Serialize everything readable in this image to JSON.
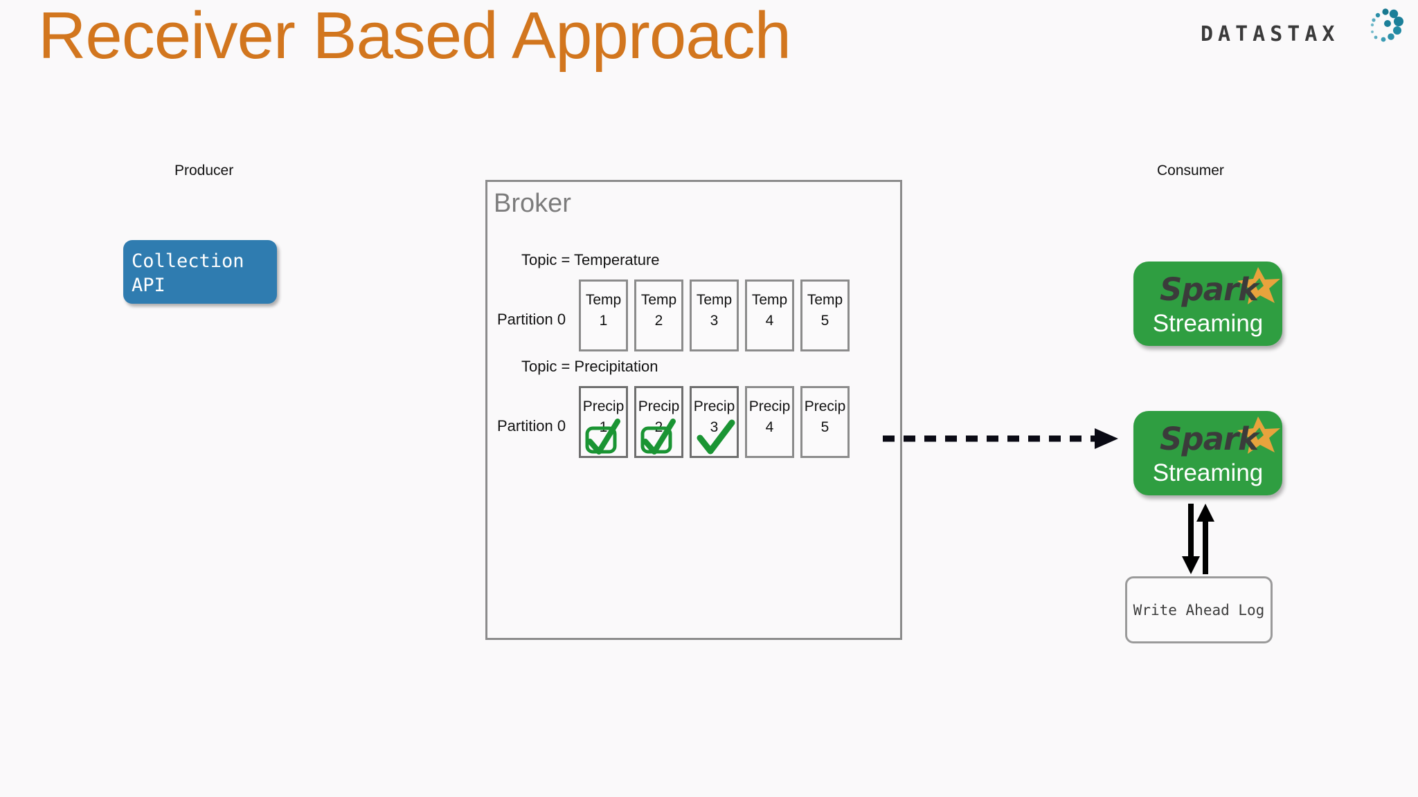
{
  "slide": {
    "title": "Receiver Based Approach",
    "title_color": "#d2761e",
    "background_color": "#faf9fa"
  },
  "logo": {
    "wordmark": "DATASTAX",
    "text_color": "#3a3a3a",
    "dot_color": "#1b7f99"
  },
  "captions": {
    "producer": "Producer",
    "consumer": "Consumer"
  },
  "producer": {
    "box_label_line1": "Collection",
    "box_label_line2": "API",
    "box_color": "#2f7cb0"
  },
  "broker": {
    "title": "Broker",
    "border_color": "#8b8b8b",
    "topics": [
      {
        "name": "Topic = Temperature",
        "partition_label": "Partition 0",
        "messages": [
          {
            "label": "Temp",
            "num": "1",
            "check": "none"
          },
          {
            "label": "Temp",
            "num": "2",
            "check": "none"
          },
          {
            "label": "Temp",
            "num": "3",
            "check": "none"
          },
          {
            "label": "Temp",
            "num": "4",
            "check": "none"
          },
          {
            "label": "Temp",
            "num": "5",
            "check": "none"
          }
        ]
      },
      {
        "name": "Topic = Precipitation",
        "partition_label": "Partition 0",
        "messages": [
          {
            "label": "Precip",
            "num": "1",
            "check": "boxed"
          },
          {
            "label": "Precip",
            "num": "2",
            "check": "boxed"
          },
          {
            "label": "Precip",
            "num": "3",
            "check": "plain"
          },
          {
            "label": "Precip",
            "num": "4",
            "check": "none"
          },
          {
            "label": "Precip",
            "num": "5",
            "check": "none"
          }
        ]
      }
    ],
    "check_color": "#1a9433"
  },
  "consumer": {
    "spark_top": {
      "brand": "Spark",
      "subtitle": "Streaming",
      "box_color": "#2f9e41",
      "star_color": "#e8a33d"
    },
    "spark_bottom": {
      "brand": "Spark",
      "subtitle": "Streaming",
      "box_color": "#2f9e41",
      "star_color": "#e8a33d"
    },
    "write_ahead_log": "Write Ahead Log"
  }
}
